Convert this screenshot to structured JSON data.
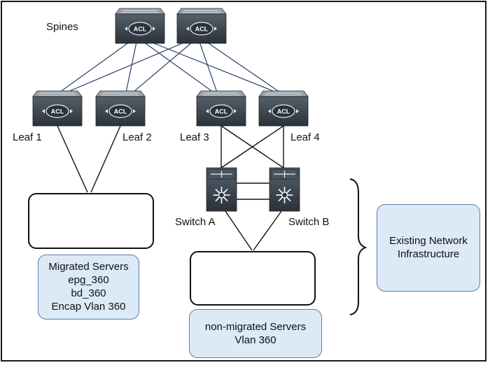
{
  "labels": {
    "spines": "Spines",
    "leaf1": "Leaf 1",
    "leaf2": "Leaf 2",
    "leaf3": "Leaf 3",
    "leaf4": "Leaf 4",
    "switch_a": "Switch A",
    "switch_b": "Switch B"
  },
  "acl_text": "ACL",
  "migrated": {
    "line1": "Migrated Servers",
    "line2": "epg_360",
    "line3": "bd_360",
    "line4": "Encap Vlan 360"
  },
  "non_migrated": {
    "line1": "non-migrated Servers",
    "line2": "Vlan 360"
  },
  "existing": {
    "line1": "Existing Network",
    "line2": "Infrastructure"
  },
  "colors": {
    "device_body": "#3c4650",
    "device_top": "#9aa3ab",
    "link_blue": "#2f3f6e",
    "note_fill": "#dce9f7",
    "note_border": "#5b7ea8"
  }
}
